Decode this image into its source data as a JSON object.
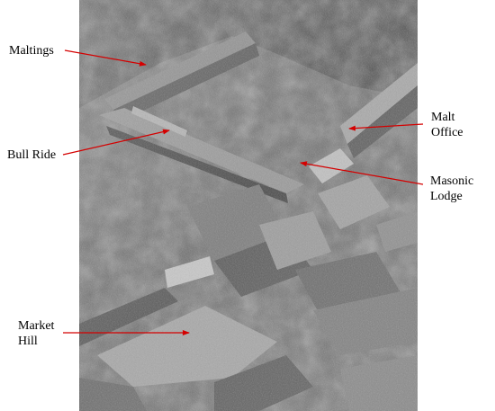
{
  "labels": {
    "maltings": "Maltings",
    "bull_ride": "Bull Ride",
    "malt_office": [
      "Malt",
      "Office"
    ],
    "masonic_lodge": [
      "Masonic",
      "Lodge"
    ],
    "market_hill": [
      "Market",
      "Hill"
    ]
  },
  "colors": {
    "arrow": "#d40000",
    "text": "#000000",
    "background": "#ffffff"
  }
}
